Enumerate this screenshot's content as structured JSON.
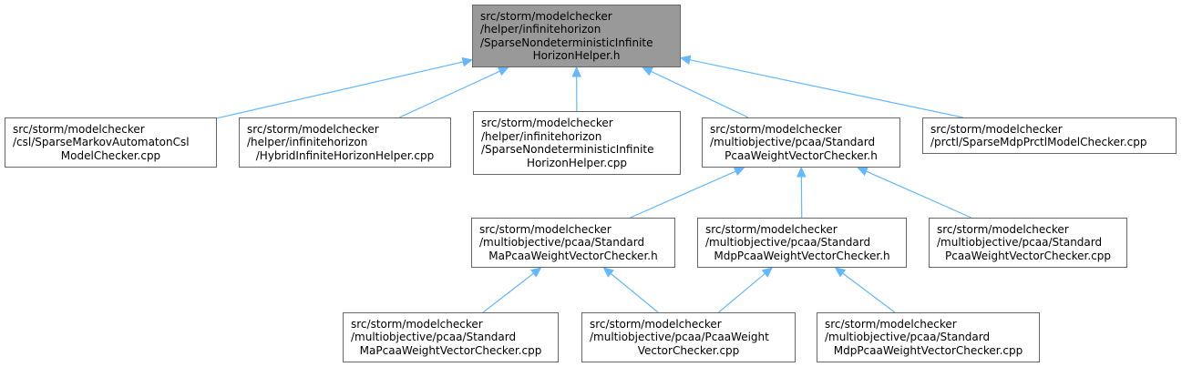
{
  "colors": {
    "edge": "#63b8ff",
    "node_border": "#666666",
    "root_fill": "#999999",
    "node_fill": "#ffffff"
  },
  "nodes": {
    "root": {
      "lines": [
        "src/storm/modelchecker",
        "/helper/infinitehorizon",
        "/SparseNondeterministicInfinite",
        "HorizonHelper.h"
      ]
    },
    "csl": {
      "lines": [
        "src/storm/modelchecker",
        "/csl/SparseMarkovAutomatonCsl",
        "ModelChecker.cpp"
      ]
    },
    "hybrid": {
      "lines": [
        "src/storm/modelchecker",
        "/helper/infinitehorizon",
        "/HybridInfiniteHorizonHelper.cpp"
      ]
    },
    "sparse_cpp": {
      "lines": [
        "src/storm/modelchecker",
        "/helper/infinitehorizon",
        "/SparseNondeterministicInfinite",
        "HorizonHelper.cpp"
      ]
    },
    "std_pcaa_h": {
      "lines": [
        "src/storm/modelchecker",
        "/multiobjective/pcaa/Standard",
        "PcaaWeightVectorChecker.h"
      ]
    },
    "prctl": {
      "lines": [
        "src/storm/modelchecker",
        "/prctl/SparseMdpPrctlModelChecker.cpp"
      ]
    },
    "ma_h": {
      "lines": [
        "src/storm/modelchecker",
        "/multiobjective/pcaa/Standard",
        "MaPcaaWeightVectorChecker.h"
      ]
    },
    "mdp_h": {
      "lines": [
        "src/storm/modelchecker",
        "/multiobjective/pcaa/Standard",
        "MdpPcaaWeightVectorChecker.h"
      ]
    },
    "std_pcaa_cpp": {
      "lines": [
        "src/storm/modelchecker",
        "/multiobjective/pcaa/Standard",
        "PcaaWeightVectorChecker.cpp"
      ]
    },
    "ma_cpp": {
      "lines": [
        "src/storm/modelchecker",
        "/multiobjective/pcaa/Standard",
        "MaPcaaWeightVectorChecker.cpp"
      ]
    },
    "pcaa_cpp": {
      "lines": [
        "src/storm/modelchecker",
        "/multiobjective/pcaa/PcaaWeight",
        "VectorChecker.cpp"
      ]
    },
    "mdp_cpp": {
      "lines": [
        "src/storm/modelchecker",
        "/multiobjective/pcaa/Standard",
        "MdpPcaaWeightVectorChecker.cpp"
      ]
    }
  },
  "edges": [
    {
      "from": "csl",
      "to": "root"
    },
    {
      "from": "hybrid",
      "to": "root"
    },
    {
      "from": "sparse_cpp",
      "to": "root"
    },
    {
      "from": "std_pcaa_h",
      "to": "root"
    },
    {
      "from": "prctl",
      "to": "root"
    },
    {
      "from": "ma_h",
      "to": "std_pcaa_h"
    },
    {
      "from": "mdp_h",
      "to": "std_pcaa_h"
    },
    {
      "from": "std_pcaa_cpp",
      "to": "std_pcaa_h"
    },
    {
      "from": "ma_cpp",
      "to": "ma_h"
    },
    {
      "from": "pcaa_cpp",
      "to": "ma_h"
    },
    {
      "from": "pcaa_cpp",
      "to": "mdp_h"
    },
    {
      "from": "mdp_cpp",
      "to": "mdp_h"
    }
  ]
}
